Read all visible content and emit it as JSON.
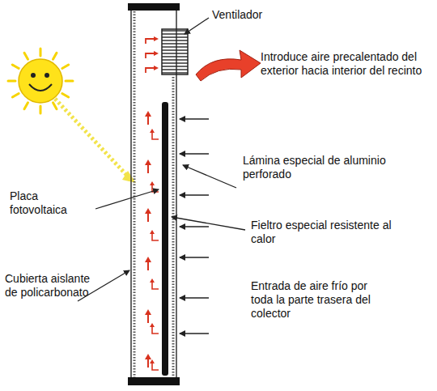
{
  "diagram": {
    "labels": [
      "Ventilador",
      "Introduce aire precalentado del exterior hacia interior del recinto",
      "Lámina especial de aluminio perforado",
      "Fieltro especial resistente al calor",
      "Entrada de aire frío por toda la parte trasera del colector",
      "Placa fotovoltaica",
      "Cubierta aislante de policarbonato"
    ]
  }
}
